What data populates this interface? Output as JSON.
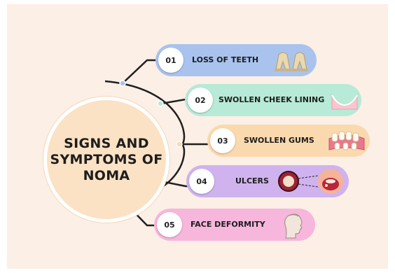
{
  "center": {
    "title": "SIGNS AND\nSYMPTOMS OF\nNOMA",
    "color": "#fbe2c4"
  },
  "background": "#fbefe6",
  "connector_color": "#1f1f1f",
  "items": [
    {
      "number": "01",
      "label": "LOSS OF TEETH",
      "color": "#a9c3ee",
      "icon": "teeth-icon",
      "dot_color": "#a9c3ee"
    },
    {
      "number": "02",
      "label": "SWOLLEN CHEEK LINING",
      "color": "#b7ead7",
      "icon": "cheek-lining-icon",
      "dot_color": "#b7ead7"
    },
    {
      "number": "03",
      "label": "SWOLLEN GUMS",
      "color": "#fbd9ae",
      "icon": "gums-icon",
      "dot_color": "#fbd9ae"
    },
    {
      "number": "04",
      "label": "ULCERS",
      "color": "#cfb2ee",
      "icon": "ulcer-icon",
      "dot_color": "#cfb2ee"
    },
    {
      "number": "05",
      "label": "FACE DEFORMITY",
      "color": "#f7b6dc",
      "icon": "face-profile-icon",
      "dot_color": "#f7b6dc"
    }
  ]
}
